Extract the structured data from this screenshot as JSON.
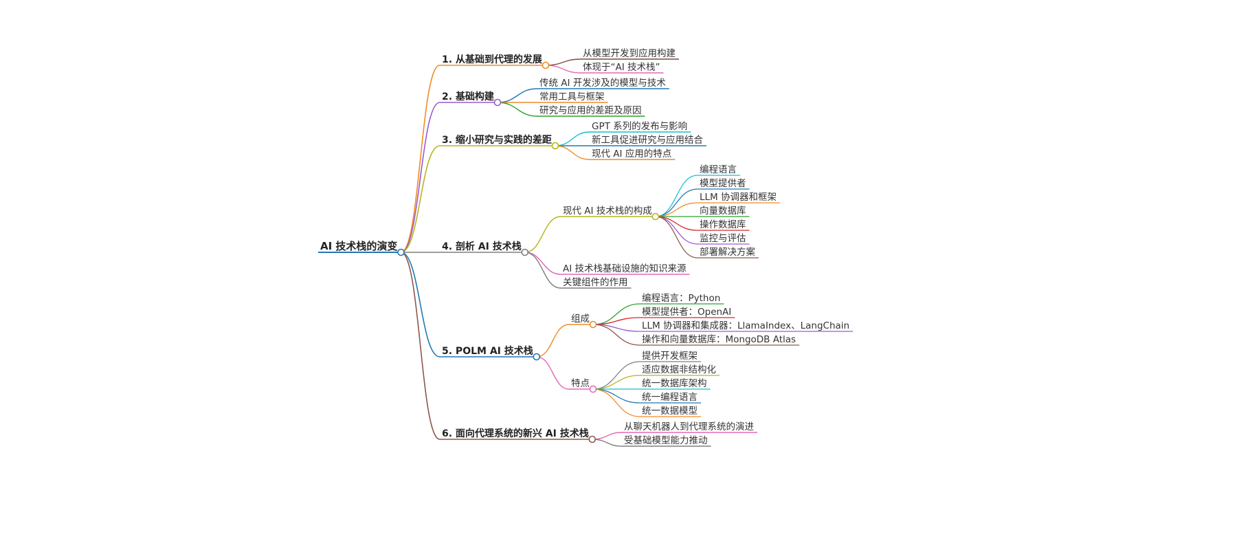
{
  "mindmap": {
    "root": "AI 技术栈的演变",
    "branches": [
      {
        "label": "1. 从基础到代理的发展",
        "color": "#f08a24",
        "children": [
          {
            "label": "从模型开发到应用构建",
            "color": "#7a4a3a"
          },
          {
            "label": "体现于“AI 技术栈”",
            "color": "#e667b8"
          }
        ]
      },
      {
        "label": "2. 基础构建",
        "color": "#9b59d0",
        "children": [
          {
            "label": "传统 AI 开发涉及的模型与技术",
            "color": "#1f78b4"
          },
          {
            "label": "常用工具与框架",
            "color": "#f08a24"
          },
          {
            "label": "研究与应用的差距及原因",
            "color": "#2ca02c"
          }
        ]
      },
      {
        "label": "3. 缩小研究与实践的差距",
        "color": "#b5b51a",
        "children": [
          {
            "label": "GPT 系列的发布与影响",
            "color": "#17becf"
          },
          {
            "label": "新工具促进研究与应用结合",
            "color": "#1f78b4"
          },
          {
            "label": "现代 AI 应用的特点",
            "color": "#f08a24"
          }
        ]
      },
      {
        "label": "4. 剖析 AI 技术栈",
        "color": "#7f7f7f",
        "children": [
          {
            "label": "现代 AI 技术栈的构成",
            "color": "#b5b51a",
            "children": [
              {
                "label": "编程语言",
                "color": "#17becf"
              },
              {
                "label": "模型提供者",
                "color": "#1f78b4"
              },
              {
                "label": "LLM 协调器和框架",
                "color": "#f08a24"
              },
              {
                "label": "向量数据库",
                "color": "#2ca02c"
              },
              {
                "label": "操作数据库",
                "color": "#d62728"
              },
              {
                "label": "监控与评估",
                "color": "#9b59d0"
              },
              {
                "label": "部署解决方案",
                "color": "#8c564b"
              }
            ]
          },
          {
            "label": "AI 技术栈基础设施的知识来源",
            "color": "#e667b8"
          },
          {
            "label": "关键组件的作用",
            "color": "#7f7f7f"
          }
        ]
      },
      {
        "label": "5. POLM AI 技术栈",
        "color": "#1f78b4",
        "children": [
          {
            "label": "组成",
            "color": "#f08a24",
            "children": [
              {
                "label": "编程语言：Python",
                "color": "#2ca02c"
              },
              {
                "label": "模型提供者：OpenAI",
                "color": "#d62728"
              },
              {
                "label": "LLM 协调器和集成器：LlamaIndex、LangChain",
                "color": "#9b59d0"
              },
              {
                "label": "操作和向量数据库：MongoDB Atlas",
                "color": "#8c564b"
              }
            ]
          },
          {
            "label": "特点",
            "color": "#e667b8",
            "children": [
              {
                "label": "提供开发框架",
                "color": "#7f7f7f"
              },
              {
                "label": "适应数据非结构化",
                "color": "#b5b51a"
              },
              {
                "label": "统一数据库架构",
                "color": "#17becf"
              },
              {
                "label": "统一编程语言",
                "color": "#1f78b4"
              },
              {
                "label": "统一数据模型",
                "color": "#f08a24"
              }
            ]
          }
        ]
      },
      {
        "label": "6. 面向代理系统的新兴 AI 技术栈",
        "color": "#8c564b",
        "children": [
          {
            "label": "从聊天机器人到代理系统的演进",
            "color": "#e667b8"
          },
          {
            "label": "受基础模型能力推动",
            "color": "#7f7f7f"
          }
        ]
      }
    ],
    "colors": {
      "root_underline": "#1f78b4",
      "node_fill": "#ffffff"
    }
  }
}
